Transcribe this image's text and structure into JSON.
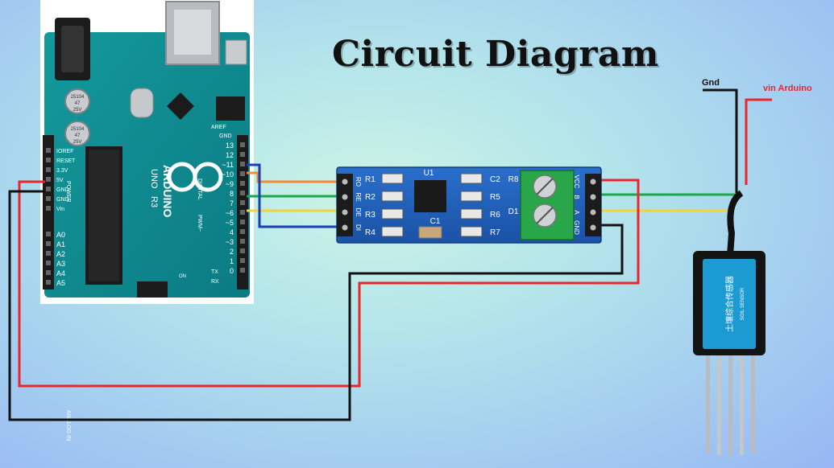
{
  "title": "Circuit Diagram",
  "labels": {
    "gnd": "Gnd",
    "vin": "vin Arduino"
  },
  "arduino": {
    "brand": "ARDUINO",
    "model_uno": "UNO",
    "model_r3": "R3",
    "digital": "DIGITAL",
    "pwm": "PWM~",
    "power": "POWER",
    "analog_in": "ANALOG IN",
    "on": "ON",
    "aref": "AREF",
    "gnd": "GND",
    "tx": "TX",
    "rx": "RX",
    "reset": "RESET",
    "ioref": "IOREF",
    "power_pins": [
      "IOREF",
      "RESET",
      "3.3V",
      "5V",
      "GND",
      "GND",
      "Vin"
    ],
    "analog_pins": [
      "A0",
      "A1",
      "A2",
      "A3",
      "A4",
      "A5"
    ],
    "digital_pins": [
      "13",
      "12",
      "~11",
      "~10",
      "~9",
      "8",
      "7",
      "~6",
      "~5",
      "4",
      "~3",
      "2",
      "1",
      "0"
    ],
    "cap_text": [
      "25104",
      "47",
      "25V"
    ]
  },
  "module": {
    "left_pins": [
      "RO",
      "RE",
      "DE",
      "DI"
    ],
    "right_pins": [
      "VCC",
      "B",
      "A",
      "GND"
    ],
    "resistors_left": [
      "R1",
      "R2",
      "R3",
      "R4"
    ],
    "resistors_right": [
      "C2",
      "R5",
      "R6",
      "R7"
    ],
    "chip": "U1",
    "cap": "C1",
    "r8": "R8",
    "d1": "D1"
  },
  "sensor": {
    "chinese_title": "土壤综合传感器",
    "english": "SOIL SENSOR"
  },
  "colors": {
    "red": "#e8262c",
    "black": "#111111",
    "green": "#1aa84a",
    "yellow": "#f2d43a",
    "orange": "#f08a3c",
    "blue": "#1a3fb0",
    "board": "#0f8a8f",
    "module": "#1d5fb8"
  }
}
